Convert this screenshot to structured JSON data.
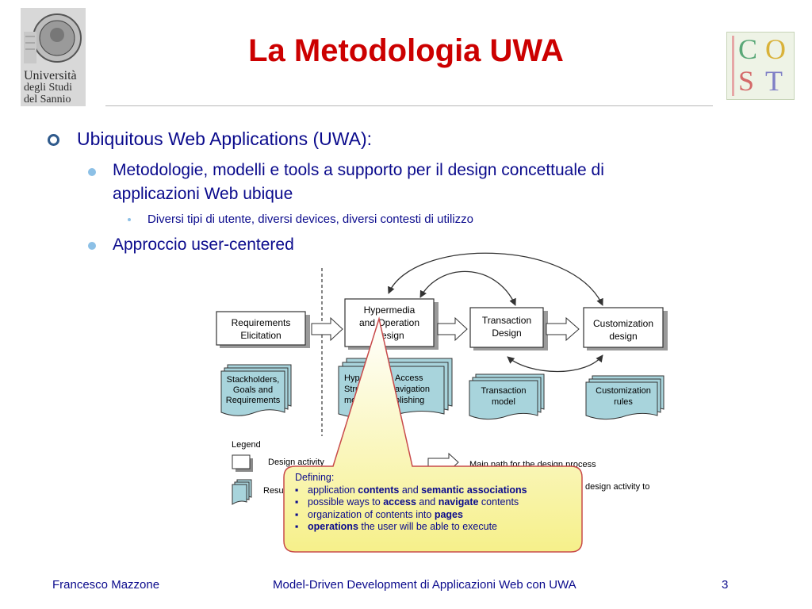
{
  "title": "La Metodologia UWA",
  "logos": {
    "university": {
      "line1": "Università",
      "line2": "degli Studi",
      "line3": "del Sannio"
    },
    "cost": {
      "letters": [
        "C",
        "O",
        "S",
        "T"
      ]
    }
  },
  "bullets": {
    "l1": "Ubiquitous Web Applications (UWA):",
    "l2a_line1": "Metodologie, modelli e tools a supporto per il design concettuale di",
    "l2a_line2": "applicazioni Web ubique",
    "l3": "Diversi tipi di utente, diversi devices, diversi contesti di utilizzo",
    "l2b": "Approccio user-centered"
  },
  "diagram": {
    "requirements": [
      "Requirements",
      "Elicitation"
    ],
    "hypermedia": [
      "Hypermedia",
      "and Operation",
      "Design"
    ],
    "transaction": [
      "Transaction",
      "Design"
    ],
    "customization": [
      "Customization",
      "design"
    ],
    "stack_doc": [
      "Stackholders,",
      "Goals and",
      "Requirements"
    ],
    "hyp_doc_left": [
      "Hyp",
      "Stru",
      "mo"
    ],
    "hyp_doc_right": [
      "Access",
      "avigation",
      "blishing"
    ],
    "trans_doc": [
      "Transaction",
      "model"
    ],
    "cust_doc": [
      "Customization",
      "rules"
    ],
    "legend_title": "Legend",
    "legend_activity": "Design activity",
    "legend_result": "Resu",
    "legend_main_path": "Main path for the design process",
    "legend_activity_to": "design activity to"
  },
  "callout": {
    "heading": "Defining:",
    "items": [
      {
        "pre": "application ",
        "bold": "contents",
        "mid": " and ",
        "bold2": "semantic associations",
        "post": ""
      },
      {
        "pre": "possible ways to ",
        "bold": "access",
        "mid": " and ",
        "bold2": "navigate",
        "post": " contents"
      },
      {
        "pre": "organization of contents into ",
        "bold": "pages",
        "mid": "",
        "bold2": "",
        "post": ""
      },
      {
        "pre": "",
        "bold": "operations",
        "mid": " the user will be able to execute",
        "bold2": "",
        "post": ""
      }
    ]
  },
  "footer": {
    "author": "Francesco Mazzone",
    "center": "Model-Driven Development di Applicazioni Web con UWA",
    "page": "3"
  }
}
